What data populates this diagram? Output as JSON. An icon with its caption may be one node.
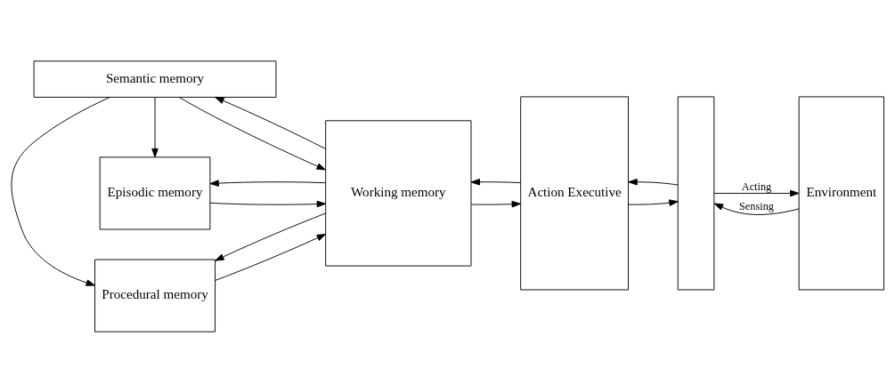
{
  "diagram": {
    "nodes": [
      {
        "text": [
          "Procedural memory"
        ]
      },
      {
        "text": [
          "Working memory"
        ]
      },
      {
        "text": [
          "Episodic memory"
        ]
      },
      {
        "text": [
          "Semantic memory"
        ]
      },
      {
        "text": [
          "Action Executive"
        ]
      },
      {
        "text": [],
        "shape": "box"
      },
      {
        "text": [
          "Environment"
        ]
      }
    ],
    "edges": [
      {
        "from": 0,
        "to": 1,
        "arrow": "to"
      },
      {
        "from": 1,
        "to": 0,
        "arrow": "to"
      },
      {
        "from": 2,
        "to": 1,
        "arrow": "to"
      },
      {
        "from": 1,
        "to": 2,
        "arrow": "to"
      },
      {
        "from": 3,
        "to": 2,
        "arrow": "to"
      },
      {
        "from": 3,
        "to": 0,
        "arrow": "to"
      },
      {
        "from": 1,
        "to": 3,
        "arrow": "to"
      },
      {
        "from": 3,
        "to": 1,
        "arrow": "to"
      },
      {
        "from": 1,
        "to": 4,
        "arrow": "to"
      },
      {
        "from": 4,
        "to": 1,
        "arrow": "to"
      },
      {
        "from": 4,
        "to": 5,
        "arrow": "to"
      },
      {
        "from": 5,
        "to": 4,
        "arrow": "to"
      },
      {
        "from": 5,
        "to": 6,
        "label": "Acting",
        "arrow": "to"
      },
      {
        "from": 6,
        "to": 5,
        "label": "Sensing",
        "arrow": "to"
      }
    ]
  }
}
